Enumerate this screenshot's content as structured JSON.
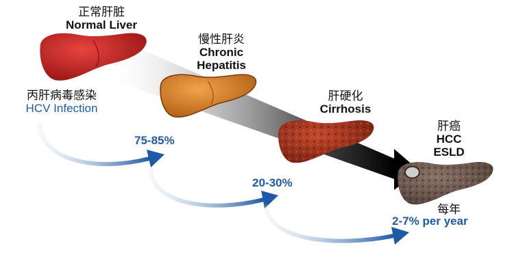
{
  "stages": [
    {
      "zh": "正常肝脏",
      "en": "Normal Liver",
      "color": "#c41e1e"
    },
    {
      "zh": "慢性肝炎",
      "en1": "Chronic",
      "en2": "Hepatitis",
      "color": "#d07a1c"
    },
    {
      "zh": "肝硬化",
      "en": "Cirrhosis",
      "color": "#a8321a"
    },
    {
      "zh": "肝癌",
      "en1": "HCC",
      "en2": "ESLD",
      "color": "#6e5548"
    }
  ],
  "infection": {
    "zh": "丙肝病毒感染",
    "en": "HCV Infection"
  },
  "rates": {
    "chronic": "75-85%",
    "cirrhosis": "20-30%",
    "hcc_zh": "每年",
    "hcc": "2-7% per year"
  },
  "colors": {
    "arrow_blue": "#1f5aa6",
    "text_blue": "#1f5aa6",
    "progress_arrow": "#111111"
  }
}
